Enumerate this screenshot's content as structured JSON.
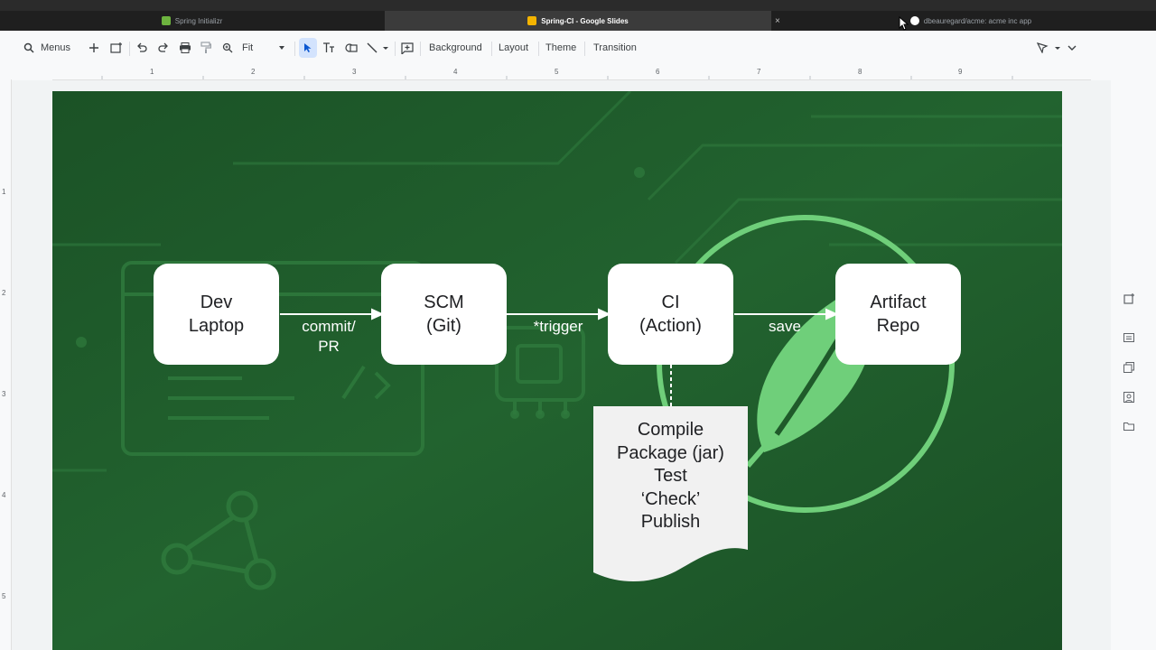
{
  "browser": {
    "tabs": [
      {
        "label": "Spring Initializr",
        "active": false,
        "favicon_color": "#6db33f"
      },
      {
        "label": "Spring-CI - Google Slides",
        "active": true,
        "favicon_color": "#f4b400"
      },
      {
        "label": "dbeauregard/acme: acme inc app",
        "active": false,
        "favicon_color": "#ffffff"
      }
    ],
    "close_glyph": "×"
  },
  "toolbar": {
    "menus_label": "Menus",
    "zoom_value": "Fit",
    "background_label": "Background",
    "layout_label": "Layout",
    "theme_label": "Theme",
    "transition_label": "Transition"
  },
  "ruler": {
    "top_numbers": [
      "1",
      "2",
      "3",
      "4",
      "5",
      "6",
      "7",
      "8",
      "9"
    ],
    "left_numbers": [
      "1",
      "2",
      "3",
      "4",
      "5"
    ]
  },
  "slide": {
    "background_color": "#1f5a2a",
    "accent_color": "#6fcf7a",
    "stages": [
      {
        "line1": "Dev",
        "line2": "Laptop"
      },
      {
        "line1": "SCM",
        "line2": "(Git)"
      },
      {
        "line1": "CI",
        "line2": "(Action)"
      },
      {
        "line1": "Artifact",
        "line2": "Repo"
      }
    ],
    "arrows": [
      {
        "line1": "commit/",
        "line2": "PR"
      },
      {
        "line1": "*trigger"
      },
      {
        "line1": "save"
      }
    ],
    "ci_steps": [
      "Compile",
      "Package (jar)",
      "Test",
      "‘Check’",
      "Publish"
    ]
  }
}
